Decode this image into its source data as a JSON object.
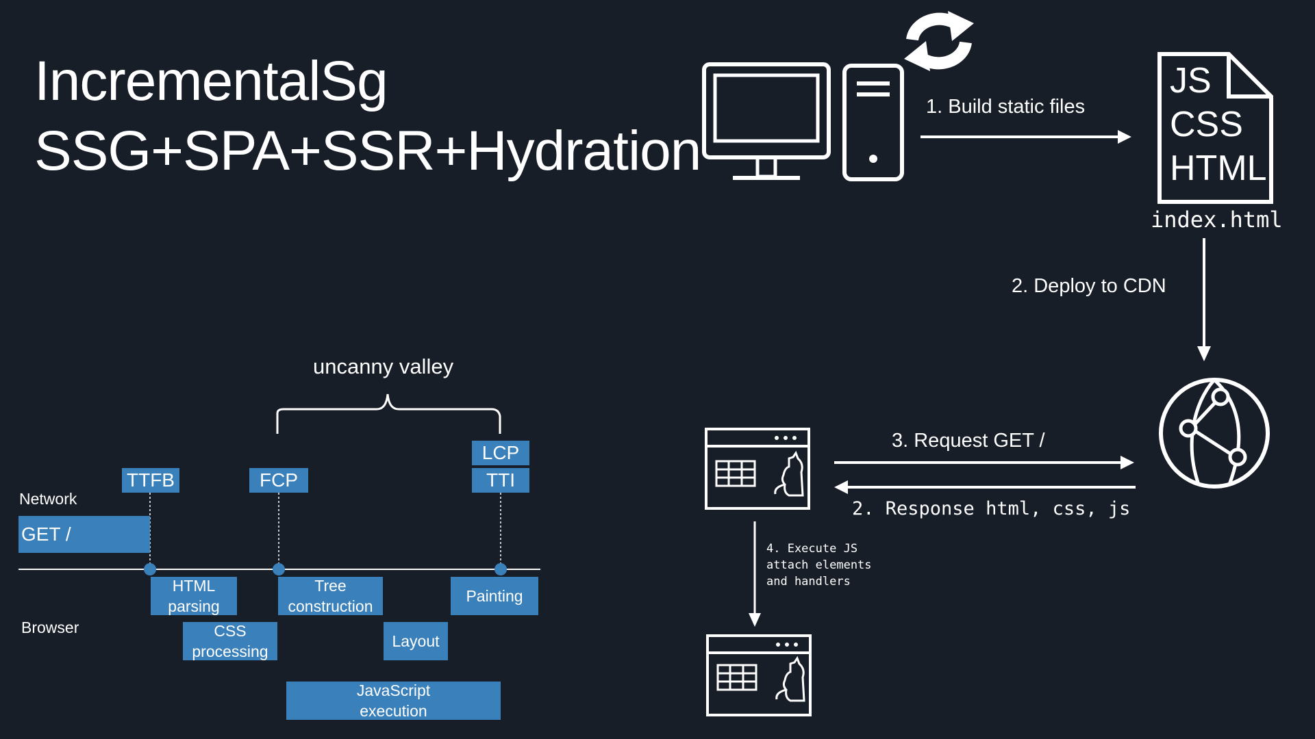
{
  "title": {
    "line1": "IncrementalSg",
    "line2": "SSG+SPA+SSR+Hydration"
  },
  "build": {
    "file_lines": [
      "JS",
      "CSS",
      "HTML"
    ],
    "filename": "index.html",
    "step1": "1. Build static files",
    "step2": "2. Deploy to CDN",
    "step3": "3. Request GET /",
    "step_response": "2. Response html, css, js",
    "step4_lines": [
      "4. Execute JS",
      "attach elements",
      "and handlers"
    ]
  },
  "timeline": {
    "brace_label": "uncanny valley",
    "network_label": "Network",
    "browser_label": "Browser",
    "request": "GET /",
    "markers": {
      "ttfb": "TTFB",
      "fcp": "FCP",
      "lcp": "LCP",
      "tti": "TTI"
    },
    "tasks": {
      "html_parsing": [
        "HTML",
        "parsing"
      ],
      "css_processing": [
        "CSS",
        "processing"
      ],
      "tree_construction": [
        "Tree",
        "construction"
      ],
      "layout": "Layout",
      "painting": "Painting",
      "js_execution": [
        "JavaScript",
        "execution"
      ]
    }
  },
  "icons": [
    "refresh-icon",
    "monitor-icon",
    "server-tower-icon",
    "document-icon",
    "cdn-globe-icon",
    "browser-window-icon",
    "cat-icon",
    "table-icon"
  ],
  "colors": {
    "background": "#181e28",
    "accent_blue": "#3a80ba",
    "foreground": "#ffffff"
  }
}
